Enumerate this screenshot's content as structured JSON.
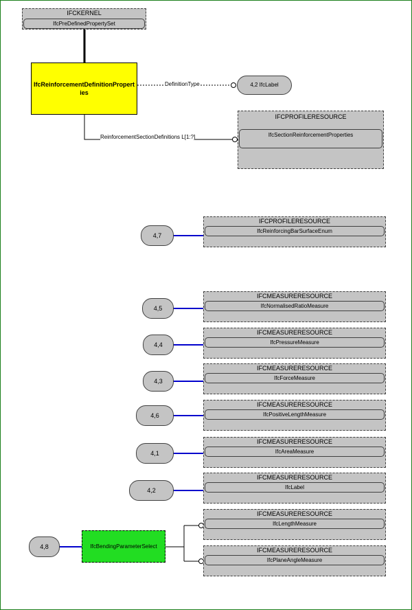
{
  "top_ref": {
    "schema": "IFCKERNEL",
    "entity": "IfcPreDefinedPropertySet"
  },
  "main_entity": {
    "name": "IfcReinforcementDefinitionProperties",
    "color": "#ffff00"
  },
  "relations": {
    "definition_type": {
      "label": "DefinitionType",
      "target": "4,2 IfcLabel"
    },
    "section_definitions": {
      "label": "ReinforcementSectionDefinitions L[1:?]",
      "schema": "IFCPROFILERESOURCE",
      "entity": "IfcSectionReinforcementProperties"
    }
  },
  "type_refs": [
    {
      "page": "4,7",
      "schema": "IFCPROFILERESOURCE",
      "entity": "IfcReinforcingBarSurfaceEnum"
    },
    {
      "page": "4,5",
      "schema": "IFCMEASURERESOURCE",
      "entity": "IfcNormalisedRatioMeasure"
    },
    {
      "page": "4,4",
      "schema": "IFCMEASURERESOURCE",
      "entity": "IfcPressureMeasure"
    },
    {
      "page": "4,3",
      "schema": "IFCMEASURERESOURCE",
      "entity": "IfcForceMeasure"
    },
    {
      "page": "4,6",
      "schema": "IFCMEASURERESOURCE",
      "entity": "IfcPositiveLengthMeasure"
    },
    {
      "page": "4,1",
      "schema": "IFCMEASURERESOURCE",
      "entity": "IfcAreaMeasure"
    },
    {
      "page": "4,2",
      "schema": "IFCMEASURERESOURCE",
      "entity": "IfcLabel"
    }
  ],
  "select": {
    "page": "4,8",
    "name": "IfcBendingParameterSelect",
    "color": "#22dd22",
    "options": [
      {
        "schema": "IFCMEASURERESOURCE",
        "entity": "IfcLengthMeasure"
      },
      {
        "schema": "IFCMEASURERESOURCE",
        "entity": "IfcPlaneAngleMeasure"
      }
    ]
  },
  "colors": {
    "link_blue": "#0000cc",
    "inherit_black": "#000000",
    "ref_gray": "#c4c4c4"
  }
}
